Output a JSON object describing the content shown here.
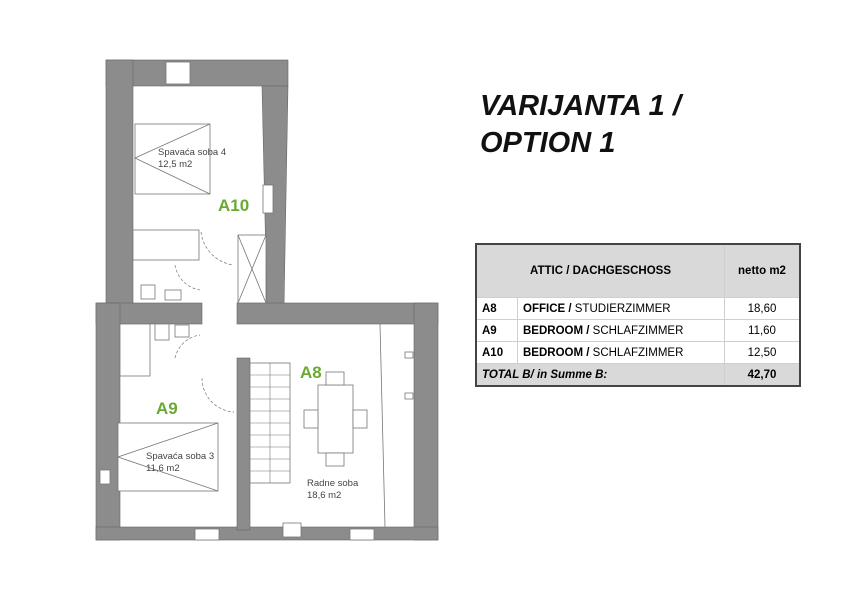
{
  "title": {
    "line1": "VARIJANTA 1 /",
    "line2": "OPTION 1"
  },
  "plan": {
    "rooms": [
      {
        "code": "A10",
        "name": "Spavaća soba 4",
        "area": "12,5 m2"
      },
      {
        "code": "A9",
        "name": "Spavaća soba 3",
        "area": "11,6 m2"
      },
      {
        "code": "A8",
        "name": "Radne soba",
        "area": "18,6 m2"
      }
    ],
    "accent": "#6aaa32",
    "wall": "#8c8c8c"
  },
  "table": {
    "header": {
      "floor": "ATTIC / DACHGESCHOSS",
      "unit": "netto m2"
    },
    "rows": [
      {
        "code": "A8",
        "en": "OFFICE /",
        "de": " STUDIERZIMMER",
        "value": "18,60"
      },
      {
        "code": "A9",
        "en": "BEDROOM /",
        "de": " SCHLAFZIMMER",
        "value": "11,60"
      },
      {
        "code": "A10",
        "en": "BEDROOM /",
        "de": " SCHLAFZIMMER",
        "value": "12,50"
      }
    ],
    "total": {
      "label": "TOTAL B/ in Summe B:",
      "value": "42,70"
    }
  }
}
